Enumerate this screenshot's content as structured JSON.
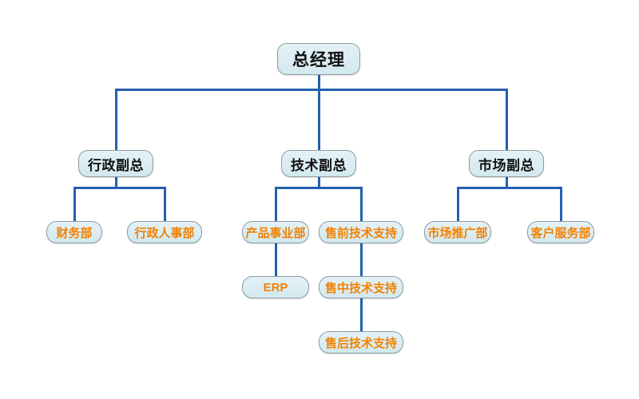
{
  "diagram": {
    "type": "org-chart",
    "nodes": {
      "gm": {
        "label": "总经理"
      },
      "admin_vp": {
        "label": "行政副总"
      },
      "tech_vp": {
        "label": "技术副总"
      },
      "market_vp": {
        "label": "市场副总"
      },
      "finance": {
        "label": "财务部"
      },
      "admin_hr": {
        "label": "行政人事部"
      },
      "product": {
        "label": "产品事业部"
      },
      "presales": {
        "label": "售前技术支持"
      },
      "marketing": {
        "label": "市场推广部"
      },
      "customer_service": {
        "label": "客户服务部"
      },
      "erp": {
        "label": "ERP"
      },
      "midsales": {
        "label": "售中技术支持"
      },
      "aftersales": {
        "label": "售后技术支持"
      }
    },
    "hierarchy": [
      [
        "gm",
        "admin_vp"
      ],
      [
        "gm",
        "tech_vp"
      ],
      [
        "gm",
        "market_vp"
      ],
      [
        "admin_vp",
        "finance"
      ],
      [
        "admin_vp",
        "admin_hr"
      ],
      [
        "tech_vp",
        "product"
      ],
      [
        "tech_vp",
        "presales"
      ],
      [
        "market_vp",
        "marketing"
      ],
      [
        "market_vp",
        "customer_service"
      ],
      [
        "product",
        "erp"
      ],
      [
        "presales",
        "midsales"
      ],
      [
        "midsales",
        "aftersales"
      ]
    ],
    "colors": {
      "background": "#FFFFFF",
      "node_fill_top": "#E4F2F7",
      "node_fill_bottom": "#D2E8EF",
      "node_border": "#8F9BA0",
      "connector_blue": "#2360AE",
      "executive_text": "#111111",
      "department_text": "#F28200"
    }
  }
}
